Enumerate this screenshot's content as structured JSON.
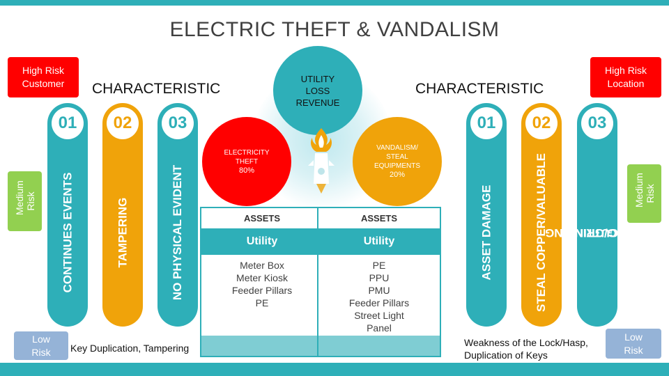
{
  "title": "ELECTRIC THEFT & VANDALISM",
  "left": {
    "heading": "CHARACTERISTIC",
    "risk_high": "High Risk Customer",
    "risk_medium": "Medium Risk",
    "risk_low": "Low Risk",
    "note": "Key Duplication, Tampering",
    "items": [
      {
        "num": "01",
        "label": "CONTINUES EVENTS"
      },
      {
        "num": "02",
        "label": "TAMPERING"
      },
      {
        "num": "03",
        "label": "NO PHYSICAL EVIDENT"
      }
    ]
  },
  "right": {
    "heading": "CHARACTERISTIC",
    "risk_high": "High Risk Location",
    "risk_medium": "Medium Risk",
    "risk_low": "Low Risk",
    "note_line1": "Weakness of the Lock/Hasp,",
    "note_line2": "Duplication of Keys",
    "items": [
      {
        "num": "01",
        "label": "ASSET DAMAGE"
      },
      {
        "num": "02",
        "label": "STEAL COPPER/VALUABLE"
      },
      {
        "num": "03",
        "label_line1": "CUTTING/",
        "label_line2": "DRILLING/GRINDING"
      }
    ]
  },
  "center": {
    "revenue": {
      "line1": "UTILITY",
      "line2": "LOSS",
      "line3": "REVENUE"
    },
    "theft": {
      "line1": "ELECTRICITY",
      "line2": "THEFT",
      "value": "80%"
    },
    "vandalism": {
      "line1": "VANDALISM/",
      "line2": "STEAL",
      "line3": "EQUIPMENTS",
      "value": "20%"
    },
    "rocket_icon": "rocket-icon",
    "colors": {
      "teal": "#2eafb8",
      "orange": "#f0a30a",
      "red": "#ff0000",
      "green": "#92d050",
      "blue": "#95b3d7"
    }
  },
  "tables": [
    {
      "header": "ASSETS",
      "sub": "Utility",
      "items": [
        "Meter Box",
        "Meter Kiosk",
        "Feeder Pillars",
        "PE"
      ]
    },
    {
      "header": "ASSETS",
      "sub": "Utility",
      "items": [
        "PE",
        "PPU",
        "PMU",
        "Feeder Pillars",
        "Street Light",
        "Panel"
      ]
    }
  ]
}
